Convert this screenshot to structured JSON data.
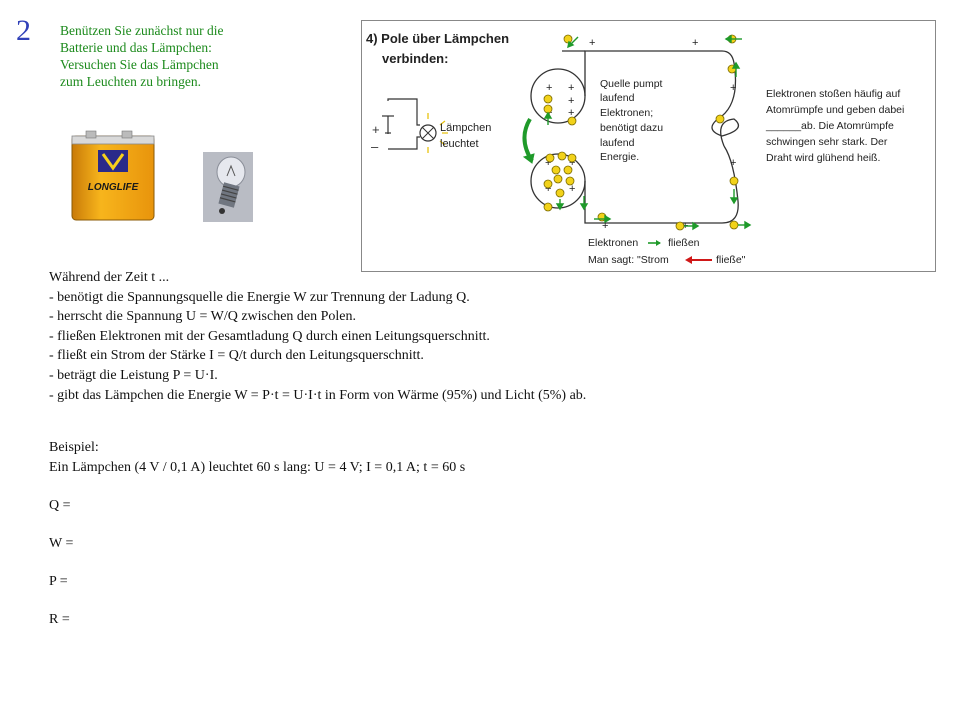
{
  "slide_number": "2",
  "intro_lines": [
    "Benützen Sie zunächst nur die",
    "Batterie und das Lämpchen:",
    "Versuchen Sie das Lämpchen",
    "zum Leuchten zu bringen."
  ],
  "battery_label": "LONGLIFE",
  "figure": {
    "title_line1": "4) Pole über Lämpchen",
    "title_line2": "verbinden:",
    "lamp_label_line1": "Lämpchen",
    "lamp_label_line2": "leuchtet",
    "plus": "+",
    "minus": "–",
    "source_lines": [
      "Quelle pumpt",
      "laufend",
      "Elektronen;",
      "benötigt dazu",
      "laufend",
      "Energie."
    ],
    "right_lines": [
      "Elektronen stoßen häufig auf",
      "Atomrümpfe und geben dabei",
      "______ab. Die Atomrümpfe",
      "schwingen sehr stark. Der",
      "Draht wird glühend heiß."
    ],
    "bottom_line1_a": "Elektronen",
    "bottom_line1_b": "fließen",
    "bottom_line2_a": "Man sagt: \"Strom",
    "bottom_line2_b": "fließe\""
  },
  "body_lines": [
    "Während der Zeit t ...",
    "- benötigt die Spannungsquelle die Energie W zur Trennung der Ladung Q.",
    "- herrscht die Spannung U = W/Q zwischen den Polen.",
    "- fließen Elektronen mit der Gesamtladung Q durch einen Leitungsquerschnitt.",
    "- fließt ein Strom der Stärke I = Q/t durch den Leitungsquerschnitt.",
    "- beträgt die Leistung P = U·I.",
    "- gibt das Lämpchen die Energie W = P·t = U·I·t in Form von Wärme (95%) und Licht (5%) ab."
  ],
  "example": {
    "heading": "Beispiel:",
    "statement": "Ein Lämpchen (4 V / 0,1 A) leuchtet 60 s lang: U = 4 V; I = 0,1 A; t = 60 s"
  },
  "formulas": [
    "Q =",
    "W =",
    "P =",
    "R ="
  ],
  "colors": {
    "slide_number": "#3040b8",
    "intro_text": "#1c8a1c",
    "battery_body": "#f2a20f",
    "electron": "#f2d21a",
    "green_arrow": "#1f9a2a",
    "red_arrow": "#d01818"
  }
}
